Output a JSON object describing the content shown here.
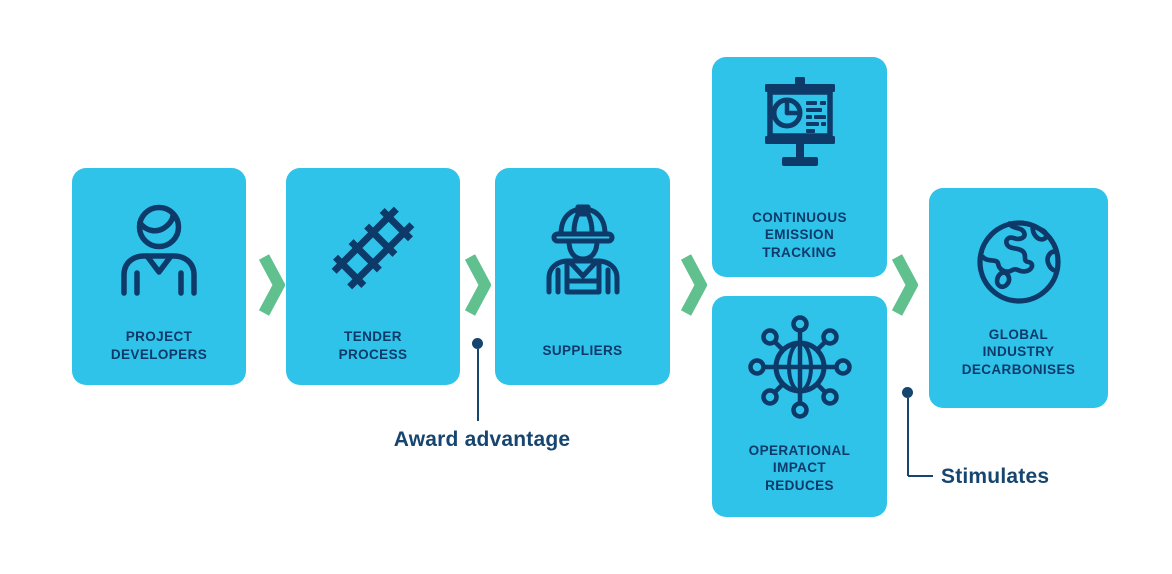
{
  "colors": {
    "card_background": "#2fc3ea",
    "arrow_green": "#60c08e",
    "icon_navy": "#0e3a6a",
    "label_navy": "#0e3a6a",
    "annotation_navy": "#16456f"
  },
  "flow_cards": [
    {
      "id": "project-developers",
      "icon": "person-icon",
      "lines": [
        "PROJECT",
        "DEVELOPERS"
      ]
    },
    {
      "id": "tender-process",
      "icon": "ladder-icon",
      "lines": [
        "TENDER",
        "PROCESS"
      ]
    },
    {
      "id": "suppliers",
      "icon": "construction-worker-icon",
      "lines": [
        "SUPPLIERS"
      ]
    },
    {
      "id": "continuous-emission-tracking",
      "icon": "presentation-pie-chart-icon",
      "lines": [
        "CONTINUOUS",
        "EMISSION",
        "TRACKING"
      ]
    },
    {
      "id": "operational-impact-reduces",
      "icon": "connected-globe-icon",
      "lines": [
        "OPERATIONAL",
        "IMPACT",
        "REDUCES"
      ]
    },
    {
      "id": "global-industry-decarbonises",
      "icon": "earth-globe-icon",
      "lines": [
        "GLOBAL",
        "INDUSTRY",
        "DECARBONISES"
      ]
    }
  ],
  "annotations": [
    {
      "id": "award-advantage",
      "label": "Award advantage"
    },
    {
      "id": "stimulates",
      "label": "Stimulates"
    }
  ]
}
